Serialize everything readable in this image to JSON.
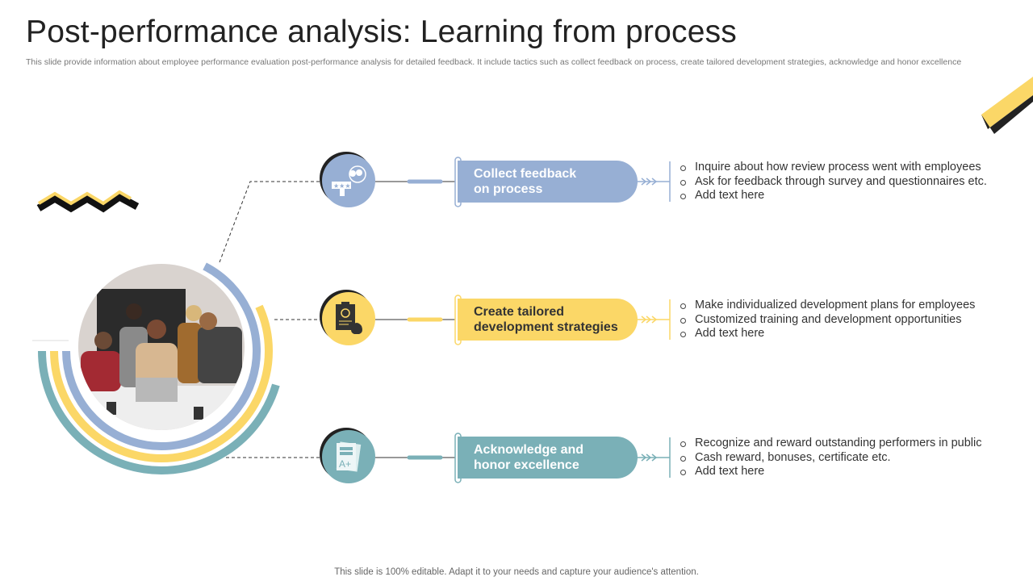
{
  "title": "Post-performance analysis: Learning from process",
  "subtitle": "This slide provide information about employee performance evaluation post-performance analysis for detailed feedback. It include tactics such as collect feedback on process, create tailored development strategies, acknowledge and honor excellence",
  "footer": "This slide is 100% editable. Adapt it to your needs and capture your audience's attention.",
  "colors": {
    "blue": "#97AFD4",
    "yellow": "#FBD767",
    "teal": "#7AB0B7"
  },
  "steps": [
    {
      "label": "Collect feedback on process",
      "icon": "feedback-rating-icon",
      "bullets": [
        "Inquire about how review process went with employees",
        "Ask for feedback through survey and questionnaires etc.",
        "Add text here"
      ]
    },
    {
      "label": "Create tailored development strategies",
      "icon": "clipboard-money-icon",
      "bullets": [
        "Make individualized development plans for employees",
        "Customized training and development opportunities",
        "Add text here"
      ]
    },
    {
      "label": "Acknowledge and honor excellence",
      "icon": "certificate-grade-icon",
      "bullets": [
        "Recognize and reward outstanding performers in public",
        "Cash reward, bonuses, certificate etc.",
        "Add text here"
      ]
    }
  ]
}
